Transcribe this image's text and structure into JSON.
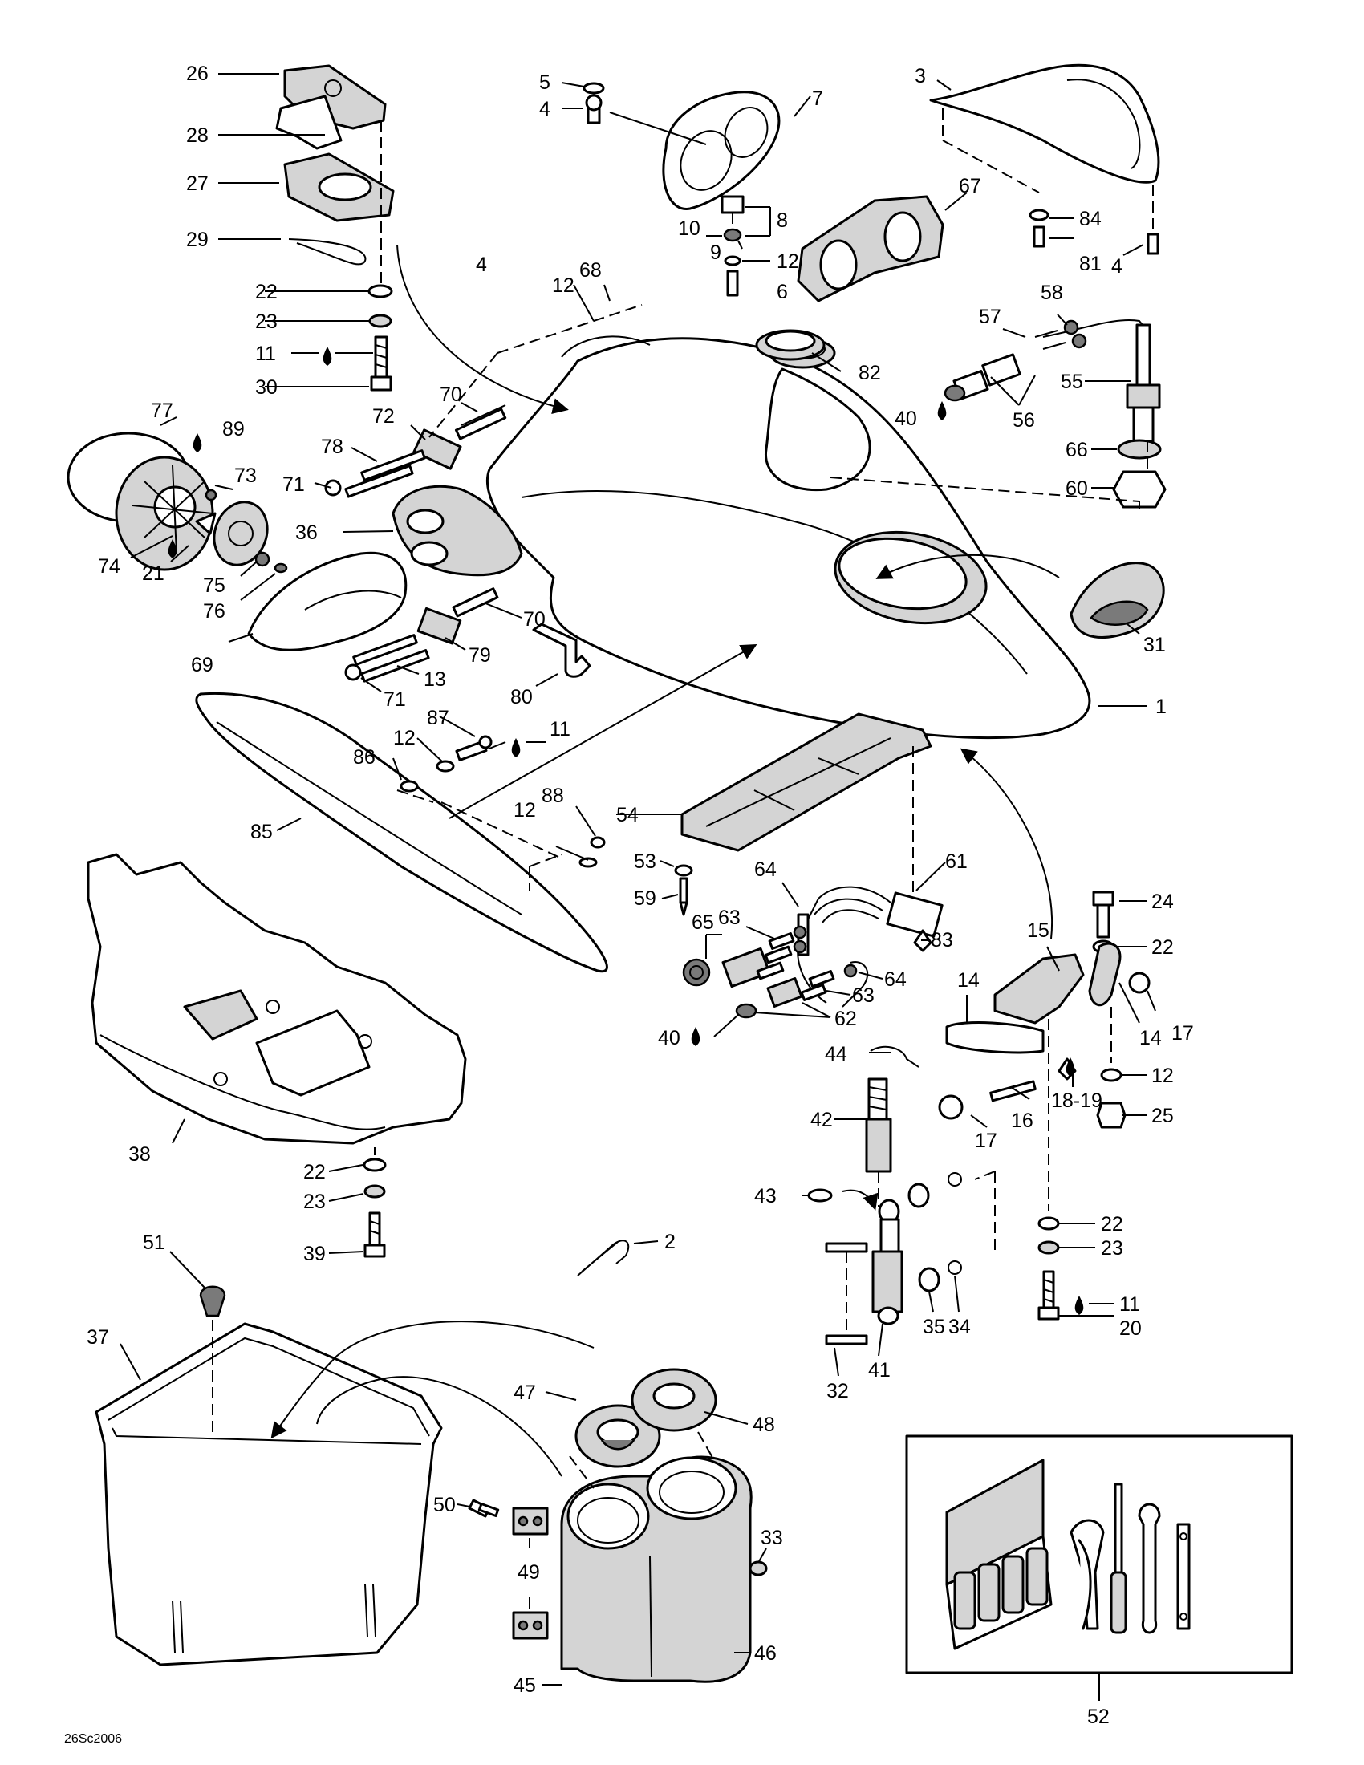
{
  "diagram": {
    "callouts": [
      "26",
      "28",
      "27",
      "29",
      "22",
      "23",
      "11",
      "30",
      "77",
      "89",
      "73",
      "74",
      "21",
      "75",
      "76",
      "69",
      "78",
      "72",
      "70",
      "71",
      "36",
      "5",
      "4",
      "7",
      "8",
      "10",
      "9",
      "12",
      "6",
      "3",
      "84",
      "81",
      "67",
      "68",
      "82",
      "58",
      "57",
      "55",
      "56",
      "40",
      "66",
      "60",
      "31",
      "1",
      "13",
      "79",
      "80",
      "87",
      "86",
      "85",
      "88",
      "54",
      "53",
      "59",
      "61",
      "64",
      "63",
      "65",
      "62",
      "83",
      "24",
      "15",
      "14",
      "17",
      "18-19",
      "16",
      "25",
      "20",
      "44",
      "42",
      "43",
      "41",
      "32",
      "35",
      "34",
      "38",
      "39",
      "2",
      "51",
      "37",
      "47",
      "48",
      "50",
      "49",
      "33",
      "46",
      "45",
      "52"
    ],
    "figure_code": "26Sc2006"
  },
  "colors": {
    "line": "#000000",
    "shade": "#d4d4d4",
    "dark": "#7a7a7a",
    "paper": "#ffffff"
  },
  "icons": [
    "oil-drop-icon",
    "tool-kit-icon"
  ]
}
